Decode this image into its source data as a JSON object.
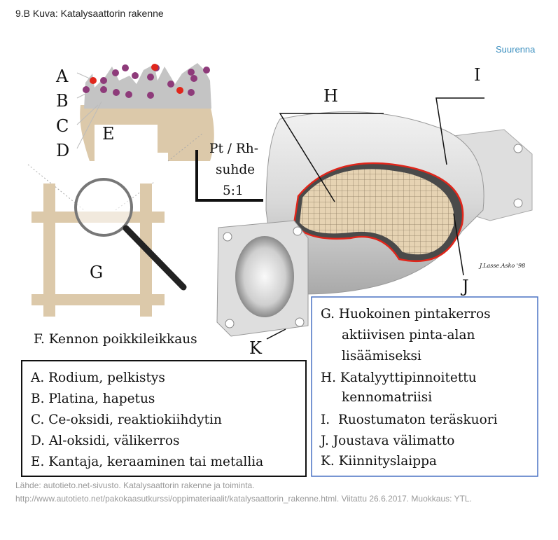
{
  "header": {
    "title": "9.B Kuva: Katalysaattorin rakenne",
    "enlarge_link": "Suurenna"
  },
  "figure": {
    "layer_labels": [
      "A",
      "B",
      "C",
      "D",
      "E"
    ],
    "ratio_label": [
      "Pt / Rh-",
      "suhde",
      "5:1"
    ],
    "grid_label": "G",
    "part_labels": {
      "H": "H",
      "I": "I",
      "J": "J",
      "K": "K"
    },
    "cross_section_caption": "F. Kennon poikkileikkaus",
    "artist_signature": "J.Lasse.Asko '98",
    "legend_left": [
      "A. Rodium, pelkistys",
      "B. Platina, hapetus",
      "C. Ce-oksidi, reaktiokiihdytin",
      "D. Al-oksidi, välikerros",
      "E. Kantaja, keraaminen tai metallia"
    ],
    "legend_right": [
      "G. Huokoinen pintakerros",
      "aktiivisen pinta-alan",
      "lisäämiseksi",
      "H. Katalyyttipinnoitettu",
      "kennomatriisi",
      "I.  Ruostumaton teräskuori",
      "J. Joustava välimatto",
      "K. Kiinnityslaippa"
    ]
  },
  "caption": {
    "line1": "Lähde: autotieto.net-sivusto. Katalysaattorin rakenne ja toiminta.",
    "line2": "http://www.autotieto.net/pakokaasutkurssi/oppimateriaalit/katalysaattorin_rakenne.html. Viitattu 26.6.2017. Muokkaus: YTL."
  },
  "colors": {
    "link": "#3b8fbf",
    "legend_border_right": "#4a72c4",
    "substrate": "#dcc9aa",
    "coating": "#c4c4c4",
    "rhodium": "#e0261b",
    "platinum": "#8e3b7a",
    "seal": "#e0261b"
  }
}
